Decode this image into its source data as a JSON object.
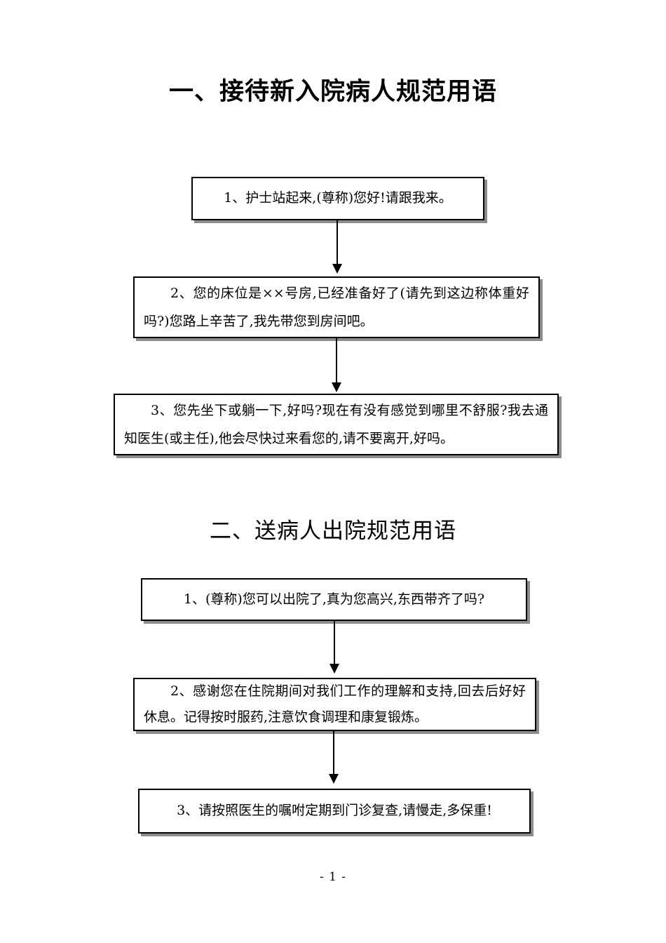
{
  "page": {
    "footer": {
      "page_number": "- 1 -"
    }
  },
  "colors": {
    "text": "#000000",
    "box_border": "#000000",
    "box_shadow": "#8c8c8c",
    "background": "#ffffff"
  },
  "sections": [
    {
      "title": "一、接待新入院病人规范用语",
      "boxes": [
        {
          "text": "1、护士站起来,(尊称)您好!请跟我来。"
        },
        {
          "text": "2、您的床位是××号房,已经准备好了(请先到这边称体重好吗?)您路上辛苦了,我先带您到房间吧。"
        },
        {
          "text": "3、您先坐下或躺一下,好吗?现在有没有感觉到哪里不舒服?我去通知医生(或主任),他会尽快过来看您的,请不要离开,好吗。"
        }
      ]
    },
    {
      "title": "二、送病人出院规范用语",
      "boxes": [
        {
          "text": "1、(尊称)您可以出院了,真为您高兴,东西带齐了吗?"
        },
        {
          "text": "2、感谢您在住院期间对我们工作的理解和支持,回去后好好休息。记得按时服药,注意饮食调理和康复锻炼。"
        },
        {
          "text": "3、请按照医生的嘱咐定期到门诊复查,请慢走,多保重!"
        }
      ]
    }
  ]
}
